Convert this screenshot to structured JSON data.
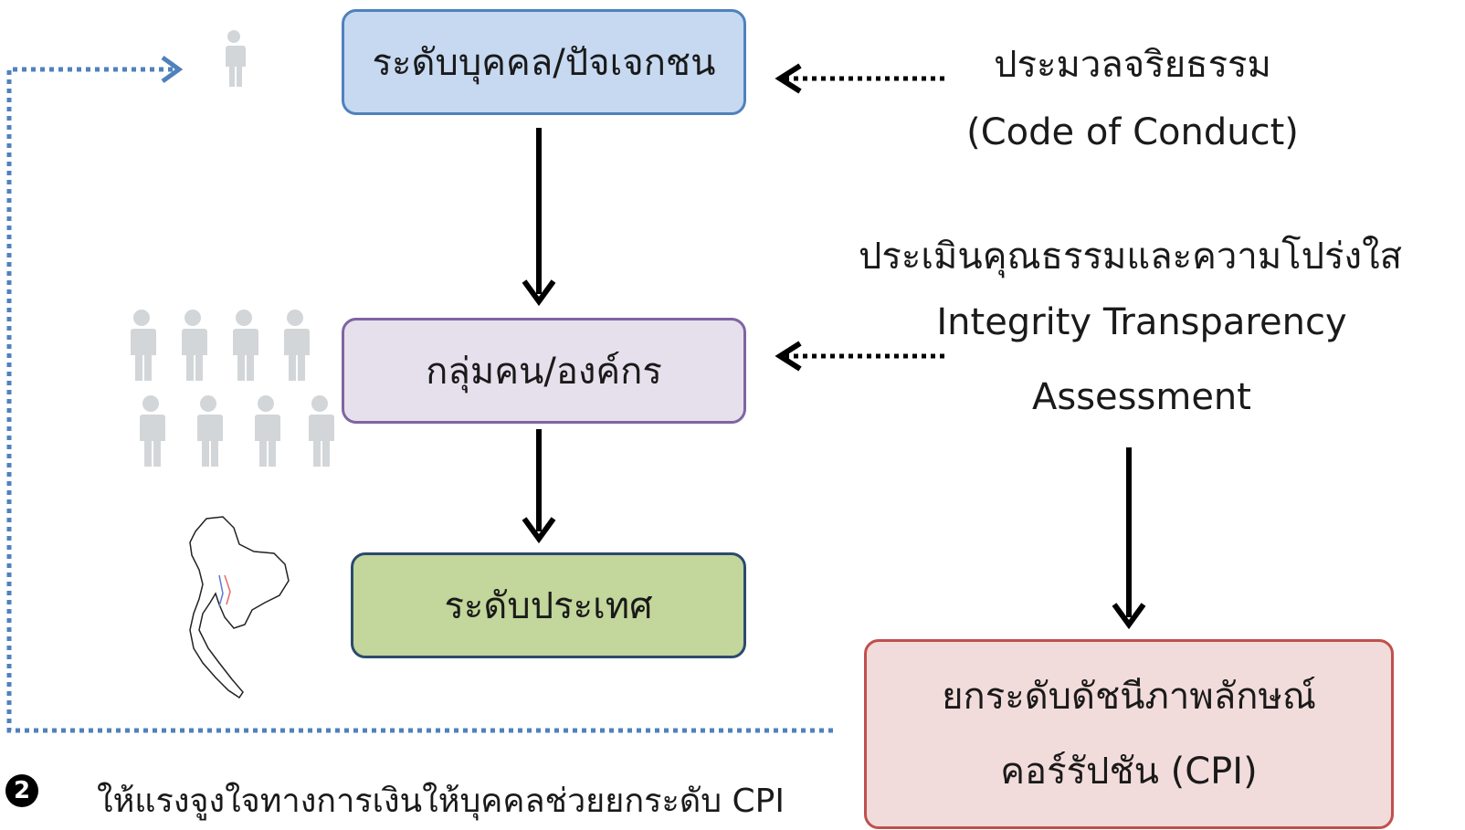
{
  "levels": {
    "individual": "ระดับบุคคล/ปัจเจกชน",
    "group": "กลุ่มคน/องค์กร",
    "country": "ระดับประเทศ"
  },
  "code_of_conduct": {
    "thai": "ประมวลจริยธรรม",
    "english": "(Code of Conduct)"
  },
  "ita": {
    "thai": "ประเมินคุณธรรมและความโปร่งใส",
    "english_line1": "Integrity Transparency",
    "english_line2": "Assessment"
  },
  "cpi": {
    "line1": "ยกระดับดัชนีภาพลักษณ์",
    "line2": "คอร์รัปชัน (CPI)"
  },
  "note": {
    "badge": "2",
    "text": "ให้แรงจูงใจทางการเงินให้บุคคลช่วยยกระดับ CPI"
  },
  "colors": {
    "individual_fill": "#c6d9f1",
    "group_fill": "#e6e0ec",
    "country_fill": "#c3d69b",
    "cpi_fill": "#f2dcdb",
    "feedback_line": "#4f81bd",
    "person_icon": "#d3d6d8"
  },
  "icons": {
    "single_person": "person-icon",
    "group_people": "people-group-icon",
    "country_map": "thailand-map-icon"
  }
}
